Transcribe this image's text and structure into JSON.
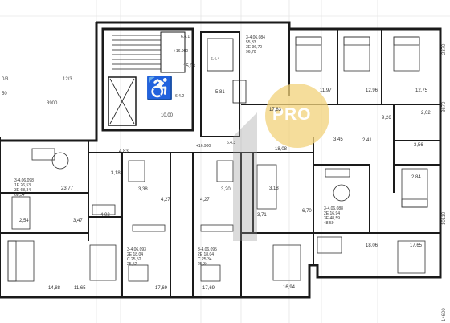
{
  "grid_labels": {
    "axis_12_3": "12/3",
    "axis_10_3": "0/3",
    "dim_3900": "3900",
    "dim_left_top": "50",
    "right_2370": "2370",
    "right_3670": "3670",
    "right_10110": "10110",
    "right_bottom": "14600"
  },
  "stair_labels": {
    "s641": "6.4.1",
    "s642": "6.4.2",
    "s643": "6.4.3",
    "s644": "6.4.4",
    "level": "+16.900",
    "level2": "+16.900"
  },
  "areas": {
    "a1503": "15,03",
    "a581": "5,81",
    "a1000": "10,00",
    "a1197": "11,97",
    "a1296": "12,96",
    "a1275": "12,75",
    "a926": "9,26",
    "a202": "2,02",
    "a356": "3,56",
    "a284": "2,84",
    "a483": "4,83",
    "a318a": "3,18",
    "a338": "3,38",
    "a427a": "4,27",
    "a427b": "4,27",
    "a320": "3,20",
    "a318b": "3,18",
    "a1808": "18,08",
    "a345": "3,45",
    "a241": "2,41",
    "a2377": "23,77",
    "a254": "2,54",
    "a347": "3,47",
    "a402": "4,02",
    "a371": "3,71",
    "a670": "6,70",
    "a1806": "18,06",
    "a1765": "17,65",
    "a1488": "14,88",
    "a1165": "11,65",
    "a1769a": "17,69",
    "a1769b": "17,69",
    "a1694": "16,94",
    "a3283": "17,83"
  },
  "apartment_tags": {
    "t1": [
      "3-4.06.084",
      "55,33",
      "96,70",
      "96,70"
    ],
    "t2": [
      "3-4.06.098",
      "26,53",
      "68,34",
      "68,34"
    ],
    "t3": [
      "3-4.06.093",
      "18,04",
      "25,52",
      "25,52"
    ],
    "t4": [
      "3-4.06.095",
      "18,04",
      "25,34",
      "25,34"
    ],
    "t5": [
      "3-4.06.088",
      "16,94",
      "48,59",
      "48,59"
    ]
  },
  "tag_prefixes": {
    "t1": [
      "",
      "",
      "3E",
      ""
    ],
    "t2": [
      "",
      "1E",
      "3E",
      ""
    ],
    "t3": [
      "",
      "2E",
      "C",
      ""
    ],
    "t4": [
      "",
      "2E",
      "C",
      ""
    ],
    "t5": [
      "",
      "2E",
      "3E",
      ""
    ]
  },
  "watermark": "PRO",
  "colors": {
    "line": "#1a1a1a",
    "thin": "#777",
    "watermark": "#f2d27a"
  }
}
